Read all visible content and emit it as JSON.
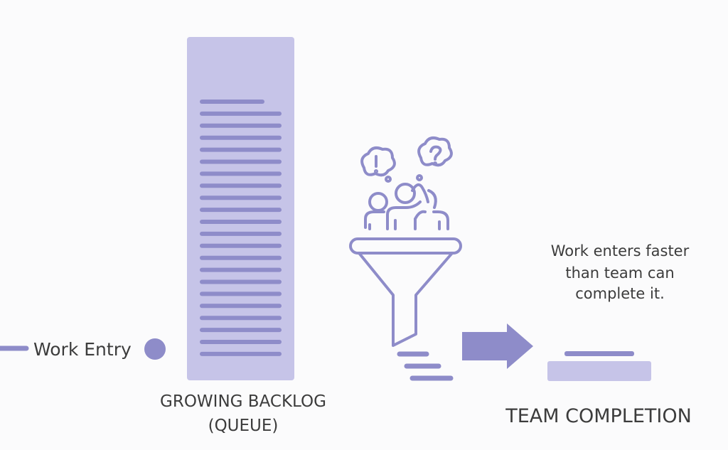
{
  "entry": {
    "label": "Work Entry"
  },
  "backlog": {
    "title_line1": "GROWING BACKLOG",
    "title_line2": "(QUEUE)",
    "item_count": 22
  },
  "callout": {
    "line1": "Work enters faster",
    "line2": "than team can",
    "line3": "complete it."
  },
  "completion": {
    "title": "TEAM COMPLETION"
  },
  "colors": {
    "accent": "#8e8cc9",
    "light": "#c6c4e8",
    "text": "#3c3c3c"
  },
  "icons": {
    "funnel": "funnel-icon",
    "team": "confused-team-icon",
    "arrow": "arrow-right-icon"
  }
}
